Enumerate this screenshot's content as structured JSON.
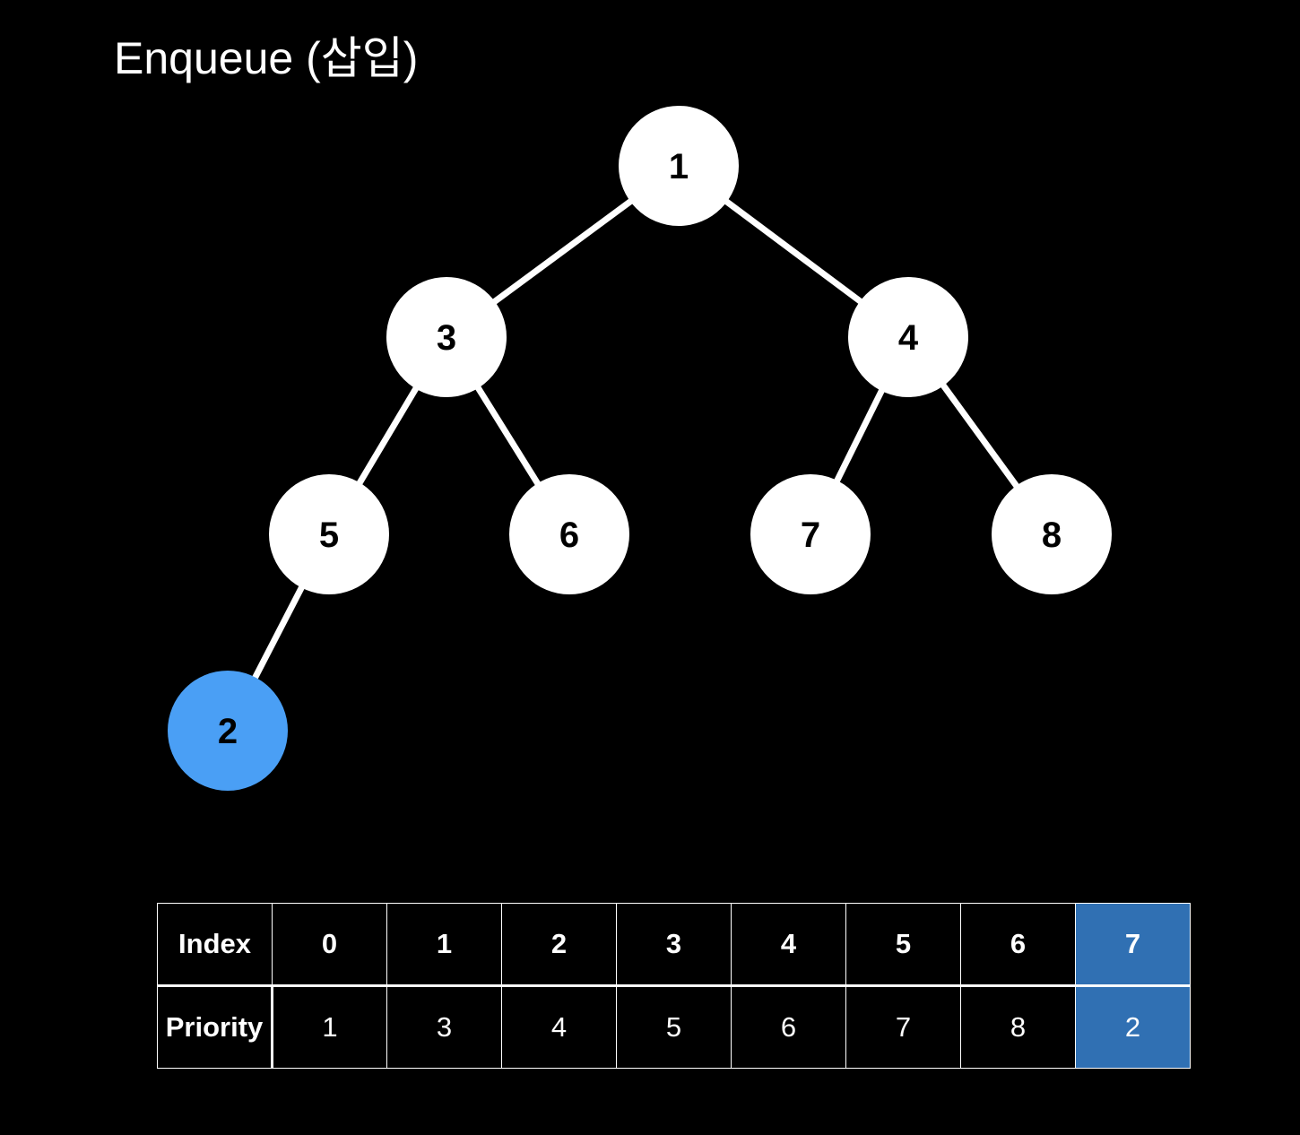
{
  "title": "Enqueue (삽입)",
  "colors": {
    "background": "#000000",
    "node_fill": "#ffffff",
    "node_text": "#000000",
    "edge": "#ffffff",
    "inserted_node": "#4a9ff5",
    "table_highlight": "#3070b3"
  },
  "tree": {
    "nodes": [
      {
        "id": "n1",
        "label": "1"
      },
      {
        "id": "n3",
        "label": "3"
      },
      {
        "id": "n4",
        "label": "4"
      },
      {
        "id": "n5",
        "label": "5"
      },
      {
        "id": "n6",
        "label": "6"
      },
      {
        "id": "n7",
        "label": "7"
      },
      {
        "id": "n8",
        "label": "8"
      },
      {
        "id": "n2",
        "label": "2",
        "inserted": true
      }
    ],
    "edges": [
      {
        "from": "n1",
        "to": "n3"
      },
      {
        "from": "n1",
        "to": "n4"
      },
      {
        "from": "n3",
        "to": "n5"
      },
      {
        "from": "n3",
        "to": "n6"
      },
      {
        "from": "n4",
        "to": "n7"
      },
      {
        "from": "n4",
        "to": "n8"
      },
      {
        "from": "n5",
        "to": "n2"
      }
    ]
  },
  "table": {
    "index_header": "Index",
    "priority_header": "Priority",
    "indices": [
      "0",
      "1",
      "2",
      "3",
      "4",
      "5",
      "6",
      "7"
    ],
    "priorities": [
      "1",
      "3",
      "4",
      "5",
      "6",
      "7",
      "8",
      "2"
    ],
    "highlight_index": 7
  }
}
